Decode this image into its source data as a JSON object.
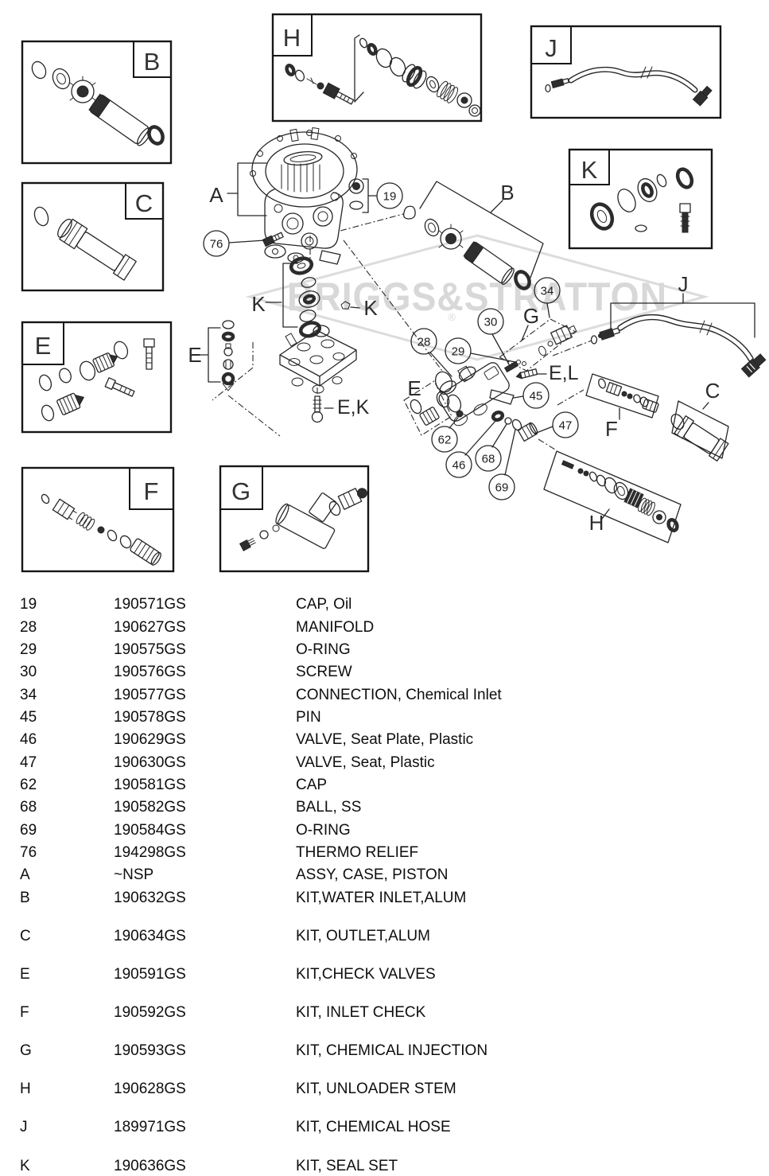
{
  "diagram": {
    "watermark": {
      "text": "BRIGGS&STRATTON",
      "registered": "®"
    },
    "kit_boxes": {
      "B": "B",
      "C": "C",
      "E": "E",
      "F": "F",
      "G": "G",
      "H": "H",
      "J": "J",
      "K": "K"
    },
    "labels": {
      "A": "A",
      "B": "B",
      "C": "C",
      "E_left": "E",
      "E_mid": "E",
      "EK": "E,K",
      "EL": "E,L",
      "F": "F",
      "G": "G",
      "H": "H",
      "J": "J",
      "K_left": "K",
      "K_right": "K"
    },
    "callouts": {
      "c19": "19",
      "c28": "28",
      "c29": "29",
      "c30": "30",
      "c34": "34",
      "c45": "45",
      "c46": "46",
      "c47": "47",
      "c62": "62",
      "c68": "68",
      "c69": "69",
      "c76": "76"
    }
  },
  "parts_list": {
    "rows": [
      [
        "19",
        "190571GS",
        "CAP, Oil"
      ],
      [
        "28",
        "190627GS",
        "MANIFOLD"
      ],
      [
        "29",
        "190575GS",
        "O-RING"
      ],
      [
        "30",
        "190576GS",
        "SCREW"
      ],
      [
        "34",
        "190577GS",
        "CONNECTION, Chemical Inlet"
      ],
      [
        "45",
        "190578GS",
        "PIN"
      ],
      [
        "46",
        "190629GS",
        "VALVE, Seat Plate, Plastic"
      ],
      [
        "47",
        "190630GS",
        "VALVE, Seat, Plastic"
      ],
      [
        "62",
        "190581GS",
        "CAP"
      ],
      [
        "68",
        "190582GS",
        "BALL, SS"
      ],
      [
        "69",
        "190584GS",
        "O-RING"
      ],
      [
        "76",
        "194298GS",
        "THERMO RELIEF"
      ],
      [
        "A",
        "~NSP",
        "ASSY, CASE, PISTON"
      ],
      [
        "B",
        "190632GS",
        "KIT,WATER INLET,ALUM"
      ],
      [
        "C",
        "190634GS",
        "KIT, OUTLET,ALUM"
      ],
      [
        "E",
        "190591GS",
        "KIT,CHECK VALVES"
      ],
      [
        "F",
        "190592GS",
        "KIT, INLET CHECK"
      ],
      [
        "G",
        "190593GS",
        "KIT, CHEMICAL INJECTION"
      ],
      [
        "H",
        "190628GS",
        "KIT, UNLOADER STEM"
      ],
      [
        "J",
        "189971GS",
        "KIT, CHEMICAL HOSE"
      ],
      [
        "K",
        "190636GS",
        "KIT, SEAL SET"
      ]
    ]
  }
}
